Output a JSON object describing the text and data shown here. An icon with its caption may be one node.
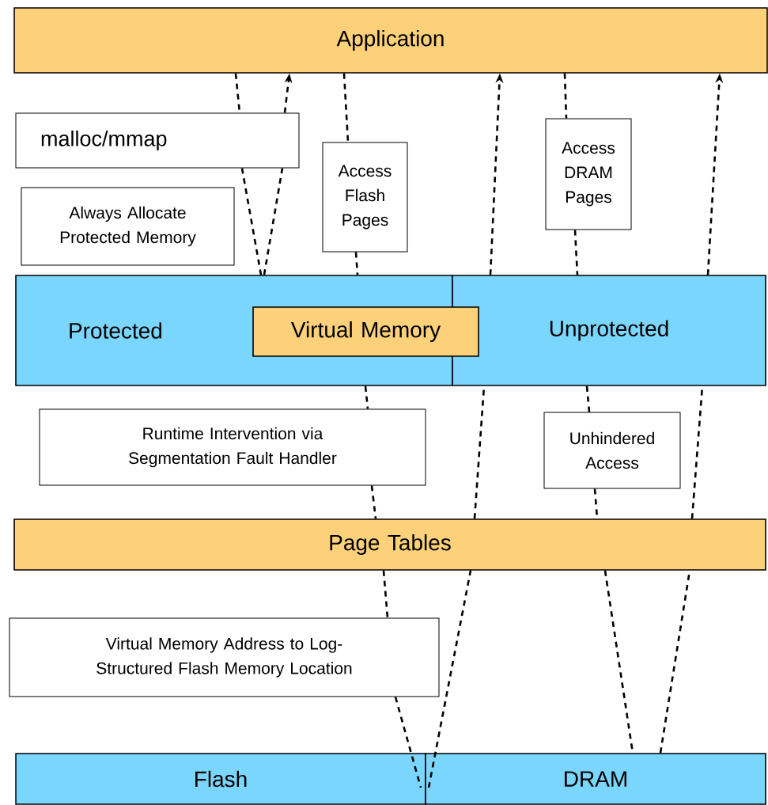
{
  "diagram": {
    "nodes": [
      {
        "text": [
          "Application"
        ]
      },
      {
        "text": [
          "malloc/mmap"
        ]
      },
      {
        "text": [
          "Always Allocate Protected Memory"
        ]
      },
      {
        "text": [
          "Access Flash Pages"
        ]
      },
      {
        "text": [
          "Access DRAM Pages"
        ]
      },
      {
        "text": [
          "Protected"
        ]
      },
      {
        "text": [
          "Unprotected"
        ]
      },
      {
        "text": [
          "Virtual Memory"
        ]
      },
      {
        "text": [
          "Runtime Intervention via Segmentation Fault Handler"
        ]
      },
      {
        "text": [
          "Unhindered Access"
        ]
      },
      {
        "text": [
          "Page Tables"
        ]
      },
      {
        "text": [
          "Virtual Memory Address to Log-Structured Flash Memory Location"
        ]
      },
      {
        "text": [
          "Flash"
        ]
      },
      {
        "text": [
          "DRAM"
        ]
      }
    ],
    "edges": [
      {
        "from": 0,
        "to": 1,
        "arrow": "none",
        "style": "dashed"
      },
      {
        "from": 1,
        "to": 5,
        "arrow": "none",
        "style": "dashed"
      },
      {
        "from": 5,
        "to": 1,
        "arrow": "none",
        "style": "dashed"
      },
      {
        "from": 1,
        "to": 0,
        "arrow": "to",
        "style": "dashed"
      },
      {
        "from": 0,
        "to": 3,
        "arrow": "none",
        "style": "dashed"
      },
      {
        "from": 3,
        "to": 5,
        "arrow": "none",
        "style": "dashed"
      },
      {
        "from": 5,
        "to": 8,
        "arrow": "none",
        "style": "dashed"
      },
      {
        "from": 8,
        "to": 10,
        "arrow": "none",
        "style": "dashed"
      },
      {
        "from": 10,
        "to": 11,
        "arrow": "none",
        "style": "dashed"
      },
      {
        "from": 11,
        "to": 12,
        "arrow": "none",
        "style": "dashed"
      },
      {
        "from": 13,
        "to": 10,
        "arrow": "none",
        "style": "dashed"
      },
      {
        "from": 10,
        "to": 6,
        "arrow": "none",
        "style": "dashed"
      },
      {
        "from": 6,
        "to": 0,
        "arrow": "to",
        "style": "dashed"
      },
      {
        "from": 0,
        "to": 4,
        "arrow": "none",
        "style": "dashed"
      },
      {
        "from": 4,
        "to": 6,
        "arrow": "none",
        "style": "dashed"
      },
      {
        "from": 6,
        "to": 9,
        "arrow": "none",
        "style": "dashed"
      },
      {
        "from": 9,
        "to": 10,
        "arrow": "none",
        "style": "dashed"
      },
      {
        "from": 10,
        "to": 13,
        "arrow": "none",
        "style": "dashed"
      },
      {
        "from": 13,
        "to": 10,
        "arrow": "none",
        "style": "dashed"
      },
      {
        "from": 10,
        "to": 6,
        "arrow": "none",
        "style": "dashed"
      },
      {
        "from": 6,
        "to": 0,
        "arrow": "to",
        "style": "dashed"
      }
    ]
  }
}
